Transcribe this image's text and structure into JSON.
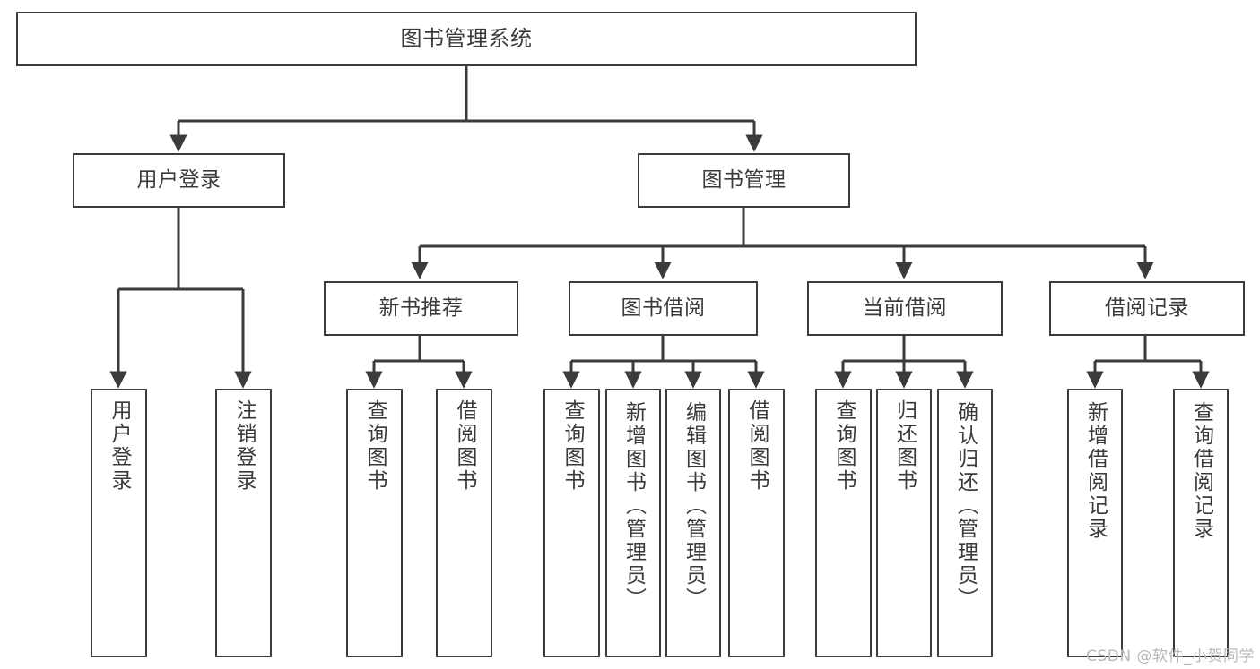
{
  "diagram": {
    "title": "图书管理系统",
    "type": "functional-structure-tree",
    "style": {
      "stroke": "#3b3b3d",
      "text_color": "#3a3a3c",
      "background": "#ffffff",
      "watermark_color": "#b9b9bb"
    },
    "watermark": "CSDN @软件_小贺同学",
    "levels": [
      {
        "level": 1,
        "nodes": [
          {
            "id": "root",
            "label": "图书管理系统"
          }
        ]
      },
      {
        "level": 2,
        "nodes": [
          {
            "id": "user-login",
            "label": "用户登录",
            "parent": "root"
          },
          {
            "id": "book-manage",
            "label": "图书管理",
            "parent": "root"
          }
        ]
      },
      {
        "level": 3,
        "nodes": [
          {
            "id": "new-book-rec",
            "label": "新书推荐",
            "parent": "book-manage"
          },
          {
            "id": "book-borrow",
            "label": "图书借阅",
            "parent": "book-manage"
          },
          {
            "id": "current-borrow",
            "label": "当前借阅",
            "parent": "book-manage"
          },
          {
            "id": "borrow-record",
            "label": "借阅记录",
            "parent": "book-manage"
          }
        ]
      },
      {
        "level": 4,
        "nodes": [
          {
            "id": "leaf-user-login",
            "label": "用户登录",
            "parent": "user-login"
          },
          {
            "id": "leaf-user-logout",
            "label": "注销登录",
            "parent": "user-login"
          },
          {
            "id": "leaf-rec-query",
            "label": "查询图书",
            "parent": "new-book-rec"
          },
          {
            "id": "leaf-rec-borrow",
            "label": "借阅图书",
            "parent": "new-book-rec"
          },
          {
            "id": "leaf-borrow-query",
            "label": "查询图书",
            "parent": "book-borrow"
          },
          {
            "id": "leaf-borrow-add",
            "label": "新增图书（管理员）",
            "parent": "book-borrow"
          },
          {
            "id": "leaf-borrow-edit",
            "label": "编辑图书（管理员）",
            "parent": "book-borrow"
          },
          {
            "id": "leaf-borrow-lend",
            "label": "借阅图书",
            "parent": "book-borrow"
          },
          {
            "id": "leaf-cur-query",
            "label": "查询图书",
            "parent": "current-borrow"
          },
          {
            "id": "leaf-cur-return",
            "label": "归还图书",
            "parent": "current-borrow"
          },
          {
            "id": "leaf-cur-confirm",
            "label": "确认归还（管理员）",
            "parent": "current-borrow"
          },
          {
            "id": "leaf-rec-add",
            "label": "新增借阅记录",
            "parent": "borrow-record"
          },
          {
            "id": "leaf-rec-search",
            "label": "查询借阅记录",
            "parent": "borrow-record"
          }
        ]
      }
    ]
  }
}
